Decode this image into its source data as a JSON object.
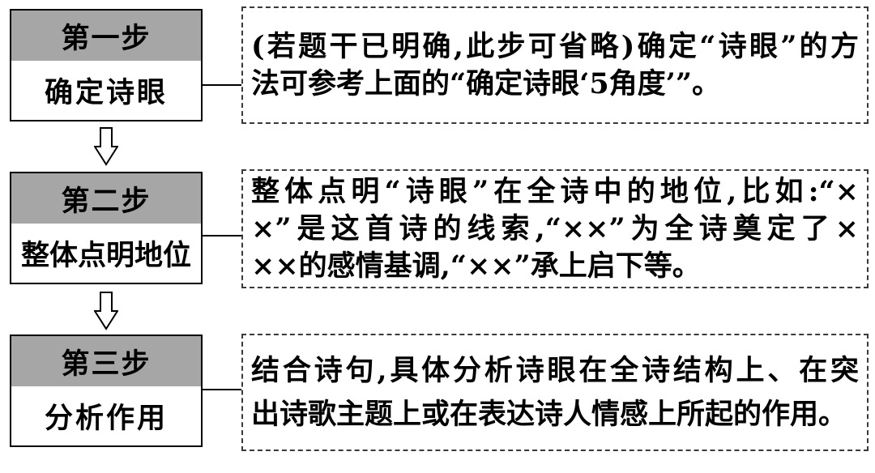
{
  "steps": [
    {
      "step_label": "第一步",
      "title": "确定诗眼",
      "description_lines": [
        "(若题干已明确,此步可省略)确定“诗眼”的方",
        "法可参考上面的“确定诗眼‘5角度’”。"
      ]
    },
    {
      "step_label": "第二步",
      "title": "整体点明地位",
      "description_lines": [
        "整体点明“诗眼”在全诗中的地位,比如:“×",
        "×”是这首诗的线索,“××”为全诗奠定了×",
        "××的感情基调,“××”承上启下等。"
      ]
    },
    {
      "step_label": "第三步",
      "title": "分析作用",
      "description_lines": [
        "结合诗句,具体分析诗眼在全诗结构上、在突",
        "出诗歌主题上或在表达诗人情感上所起的作用。"
      ]
    }
  ],
  "icons": {
    "flow_arrow": "down-arrow-icon"
  },
  "colors": {
    "header_fill": "#a6a6a6",
    "border": "#000000",
    "dashed_border": "#3a3a3a",
    "background": "#ffffff"
  }
}
